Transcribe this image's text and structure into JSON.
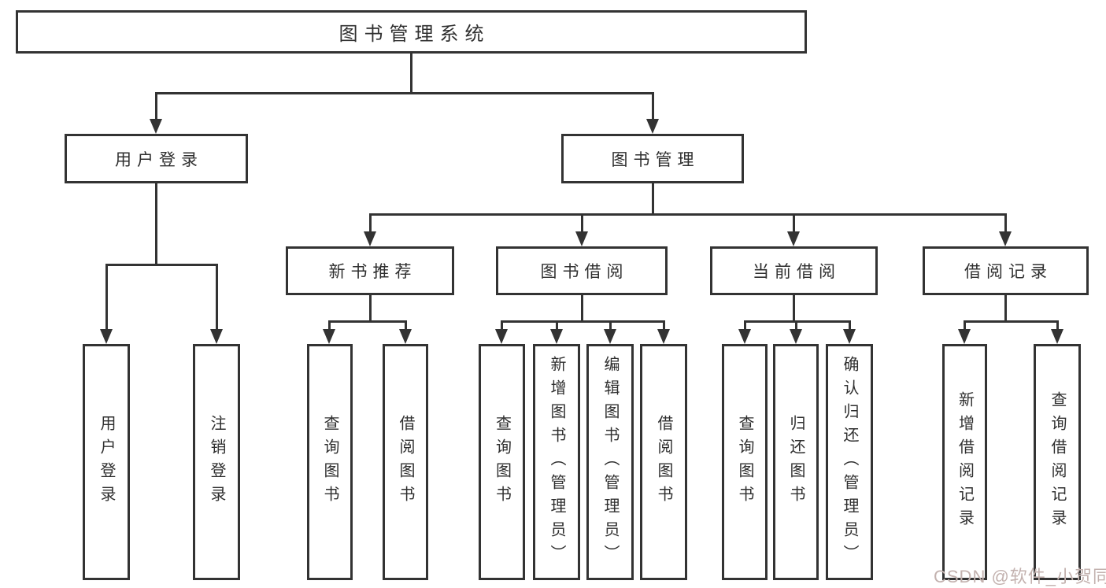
{
  "colors": {
    "line": "#333333",
    "text": "#2f2f2f",
    "box_background": "#ffffff",
    "watermark": "#c3b2af"
  },
  "watermark": "CSDN @软件_小贺同学",
  "tree": {
    "root": {
      "label": "图书管理系统",
      "children": [
        {
          "label": "用户登录",
          "children": [
            {
              "label": "用户登录"
            },
            {
              "label": "注销登录"
            }
          ]
        },
        {
          "label": "图书管理",
          "children": [
            {
              "label": "新书推荐",
              "children": [
                {
                  "label": "查询图书"
                },
                {
                  "label": "借阅图书"
                }
              ]
            },
            {
              "label": "图书借阅",
              "children": [
                {
                  "label": "查询图书"
                },
                {
                  "label": "新增图书（管理员）"
                },
                {
                  "label": "编辑图书（管理员）"
                },
                {
                  "label": "借阅图书"
                }
              ]
            },
            {
              "label": "当前借阅",
              "children": [
                {
                  "label": "查询图书"
                },
                {
                  "label": "归还图书"
                },
                {
                  "label": "确认归还（管理员）"
                }
              ]
            },
            {
              "label": "借阅记录",
              "children": [
                {
                  "label": "新增借阅记录"
                },
                {
                  "label": "查询借阅记录"
                }
              ]
            }
          ]
        }
      ]
    }
  }
}
